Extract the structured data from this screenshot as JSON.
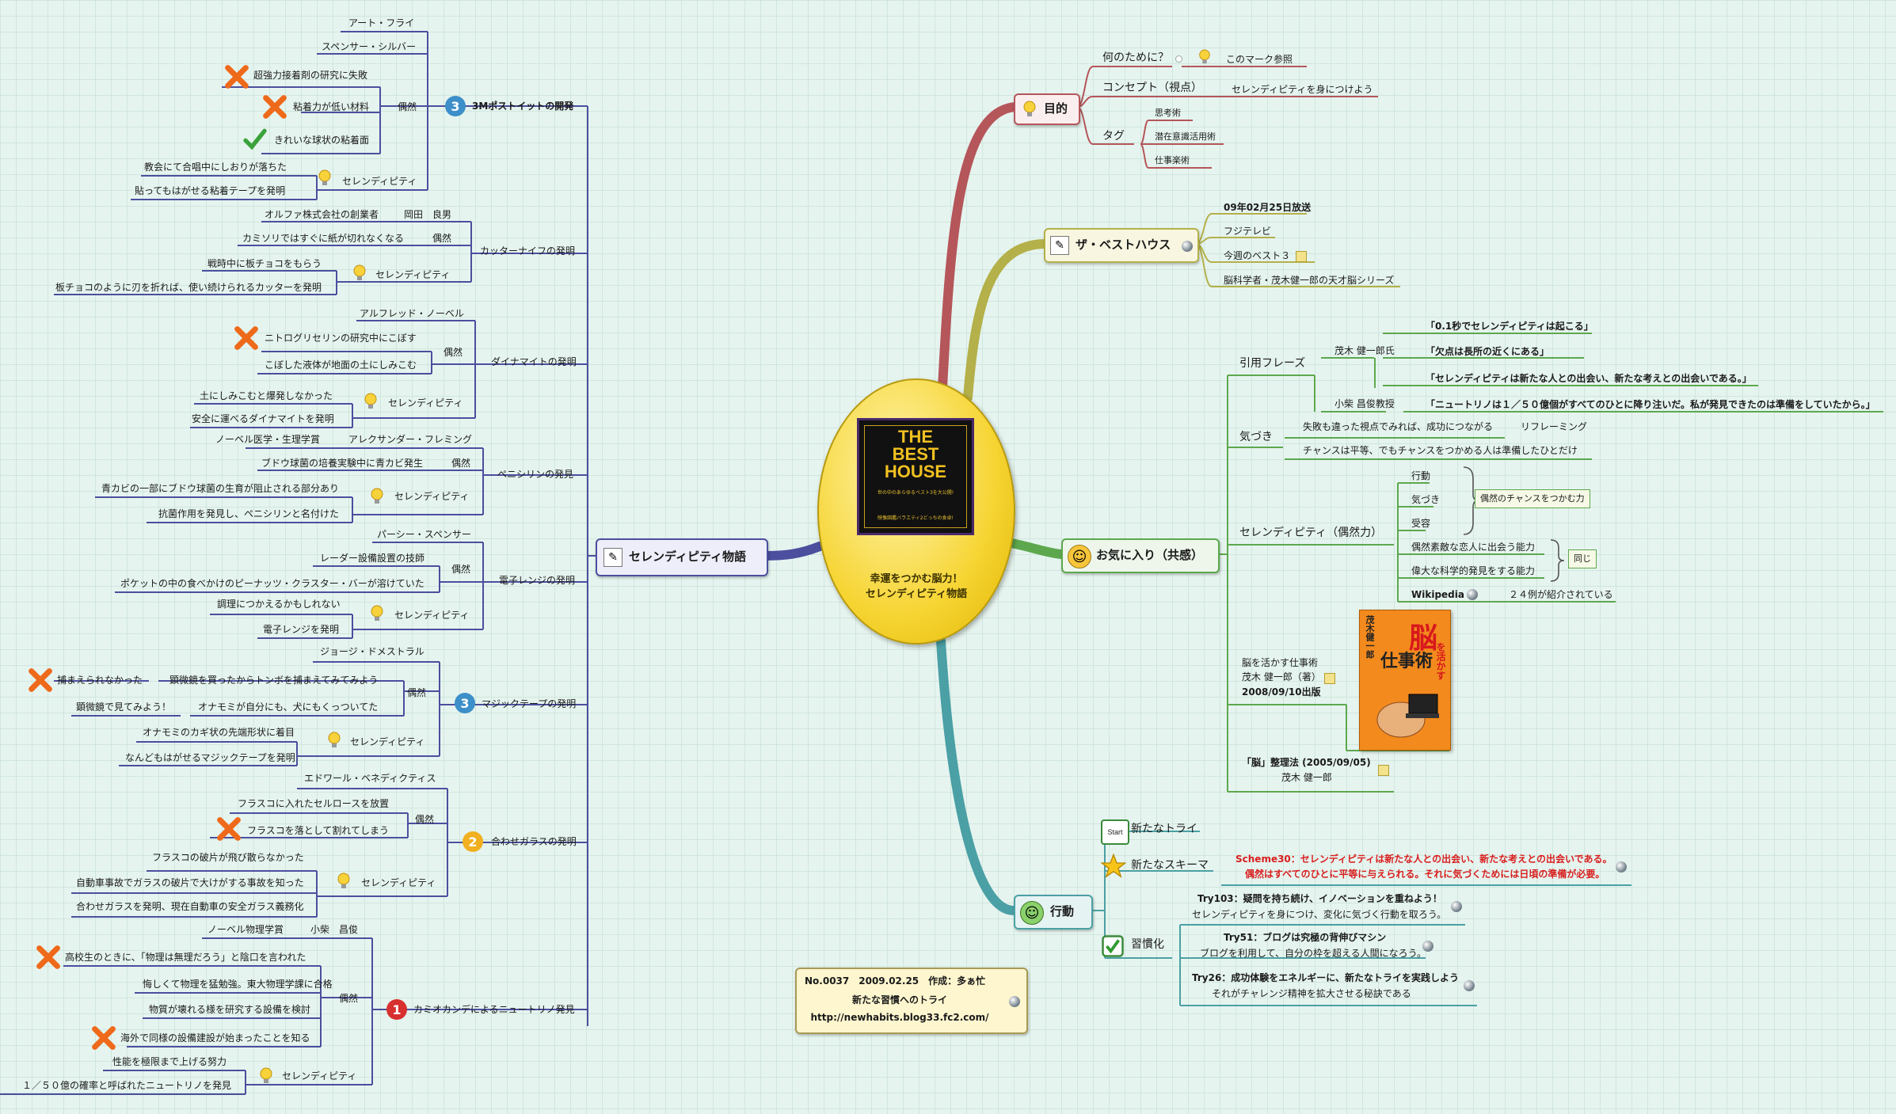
{
  "center": {
    "book": {
      "line1": "THE",
      "line2": "BEST",
      "line3": "HOUSE",
      "tagline": "世の中のあらゆるベスト3を大公開!",
      "footer": "映像図鑑バラエティ2どっちの食卓!"
    },
    "caption1": "幸運をつかむ脳力！",
    "caption2": "セレンディピティ物語"
  },
  "info": {
    "line1": "No.0037　2009.02.25　作成：多ぁ忙",
    "line2": "新たな習慣へのトライ",
    "line3": "http://newhabits.blog33.fc2.com/"
  },
  "right": {
    "purpose": {
      "label": "目的",
      "why": "何のために？",
      "why_val": "このマーク参照",
      "concept": "コンセプト（視点）",
      "concept_val": "セレンディピティを身につけよう",
      "tag": "タグ",
      "tags": [
        "思考術",
        "潜在意識活用術",
        "仕事楽術"
      ]
    },
    "besthouse": {
      "label": "ザ・ベストハウス",
      "items": [
        "09年02月25日放送",
        "フジテレビ",
        "今週のベスト３",
        "脳科学者・茂木健一郎の天才脳シリーズ"
      ]
    },
    "favorite": {
      "label": "お気に入り（共感）",
      "quotes_label": "引用フレーズ",
      "mogi": "茂木 健一郎氏",
      "mogi_quotes": [
        "「0.1秒でセレンディピティは起こる」",
        "「欠点は長所の近くにある」",
        "「セレンディピティは新たな人との出会い、新たな考えとの出会いである。」"
      ],
      "koshiba": "小柴 昌俊教授",
      "koshiba_quote": "「ニュートリノは１／５０億個がすべてのひとに降り注いだ。私が発見できたのは準備をしていたから。」",
      "awareness_label": "気づき",
      "awareness1": "失敗も違った視点でみれば、成功につながる",
      "awareness1b": "リフレーミング",
      "awareness2": "チャンスは平等、でもチャンスをつかめる人は準備したひとだけ",
      "serendipity_label": "セレンディピティ（偶然力）",
      "ser_items": [
        "行動",
        "気づき",
        "受容"
      ],
      "ser_chance": "偶然のチャンスをつかむ力",
      "ser_items2": [
        "偶然素敵な恋人に出会う能力",
        "偉大な科学的発見をする能力"
      ],
      "ser_same": "同じ",
      "wiki": "Wikipedia",
      "wiki_val": "２４例が紹介されている",
      "book1": [
        "脳を活かす仕事術",
        "茂木 健一郎（著）",
        "2008/09/10出版"
      ],
      "book1_cover": {
        "title1": "脳",
        "title2": "を活かす",
        "title3": "仕事術",
        "author": "茂木健一郎"
      },
      "book2": [
        "「脳」整理法 (2005/09/05)",
        "茂木 健一郎"
      ]
    },
    "action": {
      "label": "行動",
      "start_badge": "Start",
      "newtry": "新たなトライ",
      "scheme_label": "新たなスキーマ",
      "scheme1": "Scheme30：セレンディピティは新たな人との出会い、新たな考えとの出会いである。",
      "scheme2": "偶然はすべてのひとに平等に与えられる。それに気づくためには日頃の準備が必要。",
      "habit_label": "習慣化",
      "try103a": "Try103：疑問を持ち続け、イノベーションを重ねよう！",
      "try103b": "セレンディピティを身につけ、変化に気づく行動を取ろう。",
      "try51a": "Try51：ブログは究極の背伸びマシン",
      "try51b": "ブログを利用して、自分の枠を超える人間になろう。",
      "try26a": "Try26：成功体験をエネルギーに、新たなトライを実践しよう",
      "try26b": "それがチャレンジ精神を拡大させる秘訣である"
    }
  },
  "left": {
    "root": "セレンディピティ物語",
    "postit": {
      "label": "3Mポストイットの開発",
      "people": [
        "アート・フライ",
        "スペンサー・シルバー"
      ],
      "chance": "偶然",
      "chance_items": [
        "超強力接着剤の研究に失敗",
        "粘着力が低い材料",
        "きれいな球状の粘着面"
      ],
      "ser": "セレンディピティ",
      "ser_items": [
        "教会にて合唱中にしおりが落ちた",
        "貼ってもはがせる粘着テープを発明"
      ]
    },
    "cutter": {
      "label": "カッターナイフの発明",
      "founder": "オルファ株式会社の創業者",
      "founder_name": "岡田　良男",
      "chance": "偶然",
      "chance_item": "カミソリではすぐに紙が切れなくなる",
      "ser": "セレンディピティ",
      "ser_items": [
        "戦時中に板チョコをもらう",
        "板チョコのように刃を折れば、使い続けられるカッターを発明"
      ]
    },
    "dynamite": {
      "label": "ダイナマイトの発明",
      "person": "アルフレッド・ノーベル",
      "chance": "偶然",
      "chance_items": [
        "ニトログリセリンの研究中にこぼす",
        "こぼした液体が地面の土にしみこむ"
      ],
      "ser": "セレンディピティ",
      "ser_items": [
        "土にしみこむと爆発しなかった",
        "安全に運べるダイナマイトを発明"
      ]
    },
    "penicillin": {
      "label": "ペニシリンの発見",
      "prize": "ノーベル医学・生理学賞",
      "person": "アレクサンダー・フレミング",
      "chance": "偶然",
      "chance_item": "ブドウ球菌の培養実験中に青カビ発生",
      "ser": "セレンディピティ",
      "ser_items": [
        "青カビの一部にブドウ球菌の生育が阻止される部分あり",
        "抗菌作用を発見し、ペニシリンと名付けた"
      ]
    },
    "microwave": {
      "label": "電子レンジの発明",
      "person": "パーシー・スペンサー",
      "chance": "偶然",
      "chance_items": [
        "レーダー設備設置の技師",
        "ポケットの中の食べかけのピーナッツ・クラスター・バーが溶けていた"
      ],
      "ser": "セレンディピティ",
      "ser_items": [
        "調理につかえるかもしれない",
        "電子レンジを発明"
      ]
    },
    "velcro": {
      "label": "マジックテープの発明",
      "person": "ジョージ・ドメストラル",
      "chance": "偶然",
      "chance_a": "顕微鏡を買ったからトンボを捕まえてみてみよう",
      "chance_a_fail": "捕まえられなかった",
      "chance_b": "オナモミが自分にも、犬にもくっついてた",
      "chance_b_pre": "顕微鏡で見てみよう！",
      "ser": "セレンディピティ",
      "ser_items": [
        "オナモミのカギ状の先端形状に着目",
        "なんどもはがせるマジックテープを発明"
      ]
    },
    "glass": {
      "label": "合わせガラスの発明",
      "person": "エドワール・ベネディクティス",
      "chance": "偶然",
      "chance_items": [
        "フラスコに入れたセルロースを放置",
        "フラスコを落として割れてしまう"
      ],
      "ser": "セレンディピティ",
      "ser_items": [
        "フラスコの破片が飛び散らなかった",
        "自動車事故でガラスの破片で大けがする事故を知った",
        "合わせガラスを発明、現在自動車の安全ガラス義務化"
      ]
    },
    "neutrino": {
      "label": "カミオカンデによるニュートリノ発見",
      "prize": "ノーベル物理学賞",
      "person": "小柴　昌俊",
      "chance": "偶然",
      "chance_items": [
        "高校生のときに、「物理は無理だろう」と陰口を言われた",
        "悔しくて物理を猛勉強。東大物理学課に合格",
        "物質が壊れる様を研究する設備を検討",
        "海外で同様の設備建設が始まったことを知る"
      ],
      "ser": "セレンディピティ",
      "ser_items": [
        "性能を極限まで上げる努力",
        "１／５０億の確率と呼ばれたニュートリノを発見"
      ]
    },
    "nums": {
      "postit": "3",
      "velcro": "3",
      "glass": "2",
      "neutrino": "1"
    }
  },
  "colors": {
    "purpose": "#b5565b",
    "besthouse": "#b4b04a",
    "favorite": "#5da84e",
    "action": "#4aa0a5",
    "left": "#4b4f9e",
    "center": "#f6d432"
  }
}
